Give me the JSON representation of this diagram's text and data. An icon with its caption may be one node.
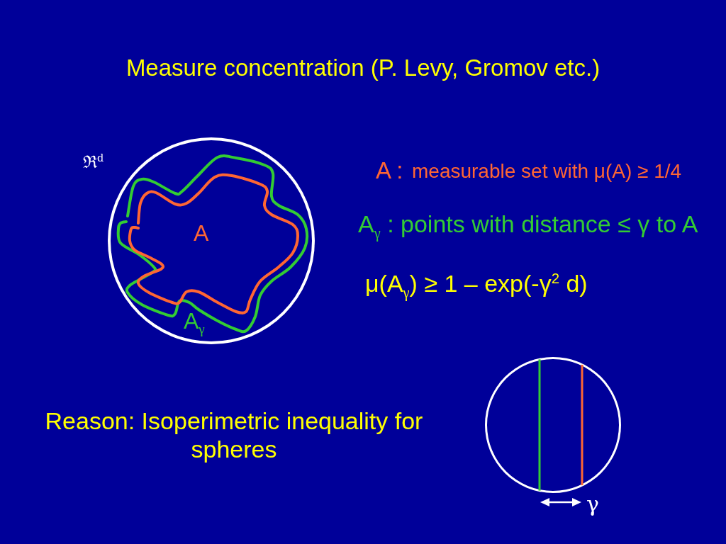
{
  "diagram": {
    "title": "Measure concentration (P. Levy, Gromov etc.)",
    "nodes": [
      {
        "text": [
          "ℜ$^{d}$"
        ]
      },
      {
        "text": [
          "A$_{γ}$"
        ],
        "in": 0
      },
      {
        "text": [
          "A"
        ],
        "in": 1
      },
      {
        "text": [],
        "shape": "circle",
        "beside": [
          "γ"
        ]
      }
    ],
    "labels": [
      "A :",
      "measurable set with μ(A) ≥ 1/4",
      "A$_{γ}$ : points with distance ≤ γ to A",
      "μ(A$_{γ}$) ≥ 1 – exp(-γ$^{2}$ d)",
      "Reason: Isoperimetric inequality for spheres"
    ]
  }
}
